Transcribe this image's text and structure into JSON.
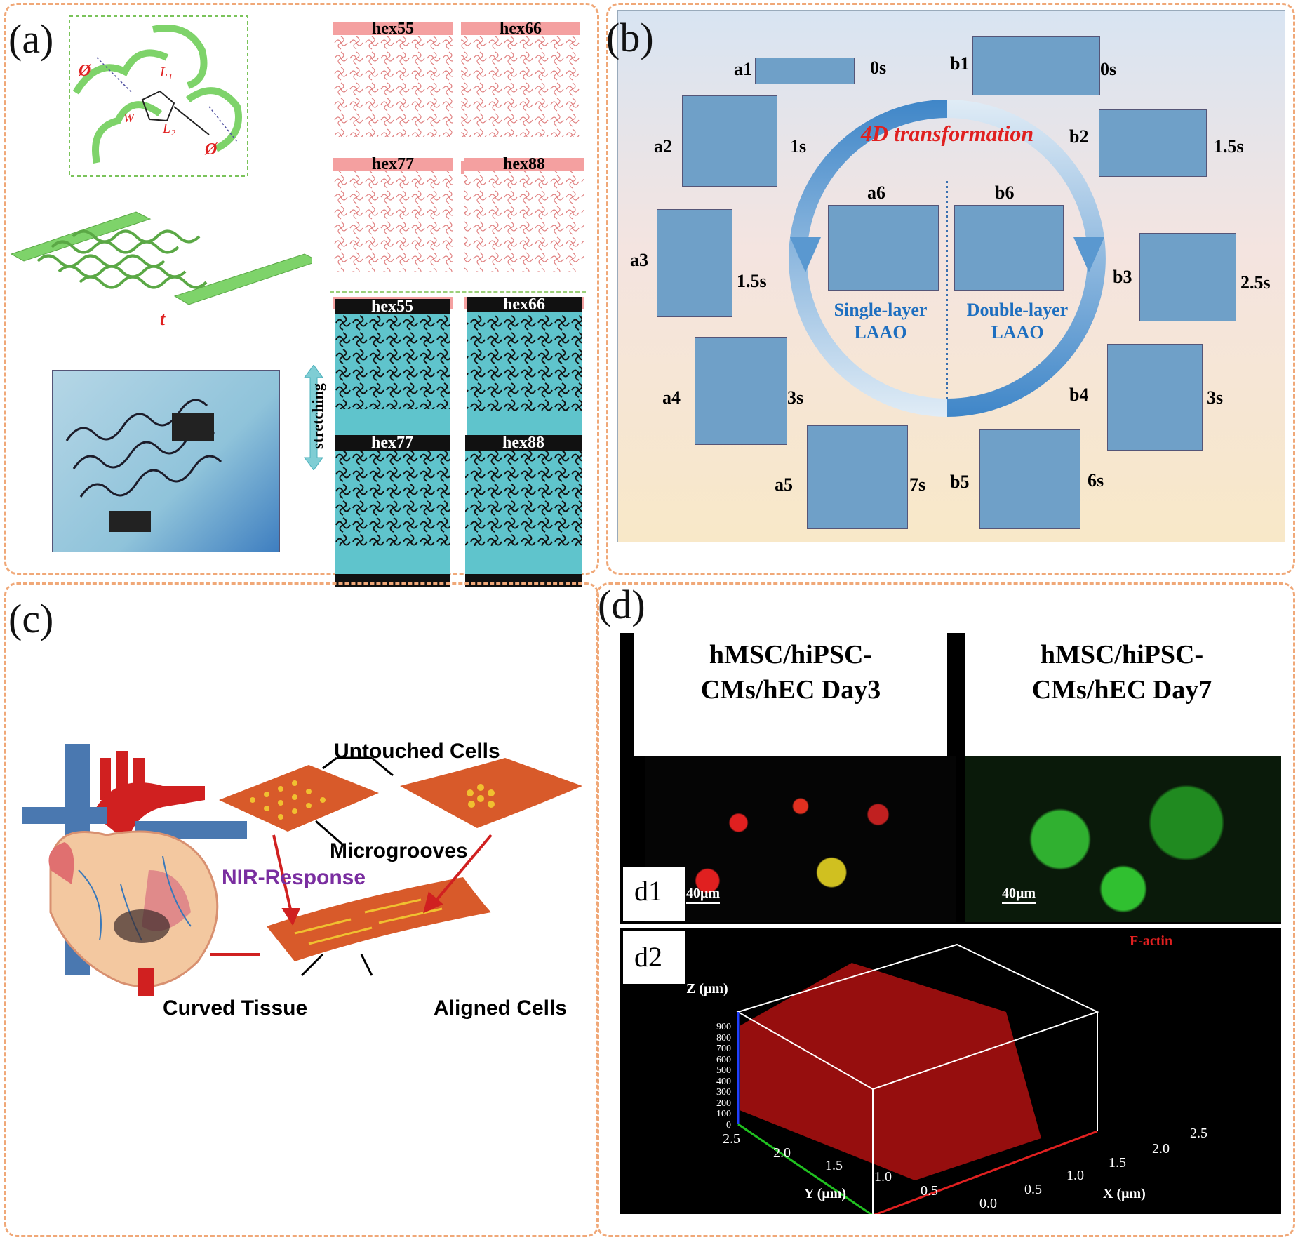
{
  "panels": {
    "a": {
      "label": "(a)",
      "inset_symbols": {
        "phi1": "Ø",
        "phi2": "Ø",
        "l1": "L₁",
        "l2": "L₂",
        "w": "W",
        "t": "t"
      },
      "design_labels": [
        "hex55",
        "hex66",
        "hex77",
        "hex88"
      ],
      "photo_labels": [
        "hex55",
        "hex66",
        "hex77",
        "hex88"
      ],
      "stretch_label": "stretching"
    },
    "b": {
      "label": "(b)",
      "center_title": "4D transformation",
      "left_caption": "Single-layer LAAO",
      "right_caption": "Double-layer LAAO",
      "left_series": [
        {
          "id": "a1",
          "time": "0s"
        },
        {
          "id": "a2",
          "time": "1s"
        },
        {
          "id": "a3",
          "time": "1.5s"
        },
        {
          "id": "a4",
          "time": "3s"
        },
        {
          "id": "a5",
          "time": "7s"
        },
        {
          "id": "a6",
          "time": ""
        }
      ],
      "right_series": [
        {
          "id": "b1",
          "time": "0s"
        },
        {
          "id": "b2",
          "time": "1.5s"
        },
        {
          "id": "b3",
          "time": "2.5s"
        },
        {
          "id": "b4",
          "time": "3s"
        },
        {
          "id": "b5",
          "time": "6s"
        },
        {
          "id": "b6",
          "time": ""
        }
      ]
    },
    "c": {
      "label": "(c)",
      "untouched": "Untouched Cells",
      "microgrooves": "Microgrooves",
      "nir": "NIR-Response",
      "curved": "Curved Tissue",
      "aligned": "Aligned Cells"
    },
    "d": {
      "label": "(d)",
      "day3_title": "hMSC/hiPSC-CMs/hEC Day3",
      "day7_title": "hMSC/hiPSC-CMs/hEC Day7",
      "d1": "d1",
      "d2": "d2",
      "scale_bar": "40μm",
      "factin": "F-actin",
      "z_label": "Z (μm)",
      "y_label": "Y (μm)",
      "x_label": "X (μm)",
      "z_ticks": [
        "900",
        "800",
        "700",
        "600",
        "500",
        "400",
        "300",
        "200",
        "100",
        "0"
      ],
      "y_ticks": [
        "2.5",
        "2.0",
        "1.5",
        "1.0",
        "0.5"
      ],
      "x_ticks": [
        "0.0",
        "0.5",
        "1.0",
        "1.5",
        "2.0",
        "2.5"
      ]
    }
  },
  "colors": {
    "panel_border": "#f0a878",
    "lattice_green": "#7ed36a",
    "pink_band": "#f4a0a0",
    "teal_photo": "#5fc4cc",
    "ring_blue": "#4a90d0",
    "title_red": "#e02020",
    "caption_blue": "#1e6fc0",
    "nir_purple": "#7a2ea0",
    "tissue_orange": "#d85a2a",
    "fluor_red": "#e02020",
    "fluor_green": "#30c030"
  }
}
